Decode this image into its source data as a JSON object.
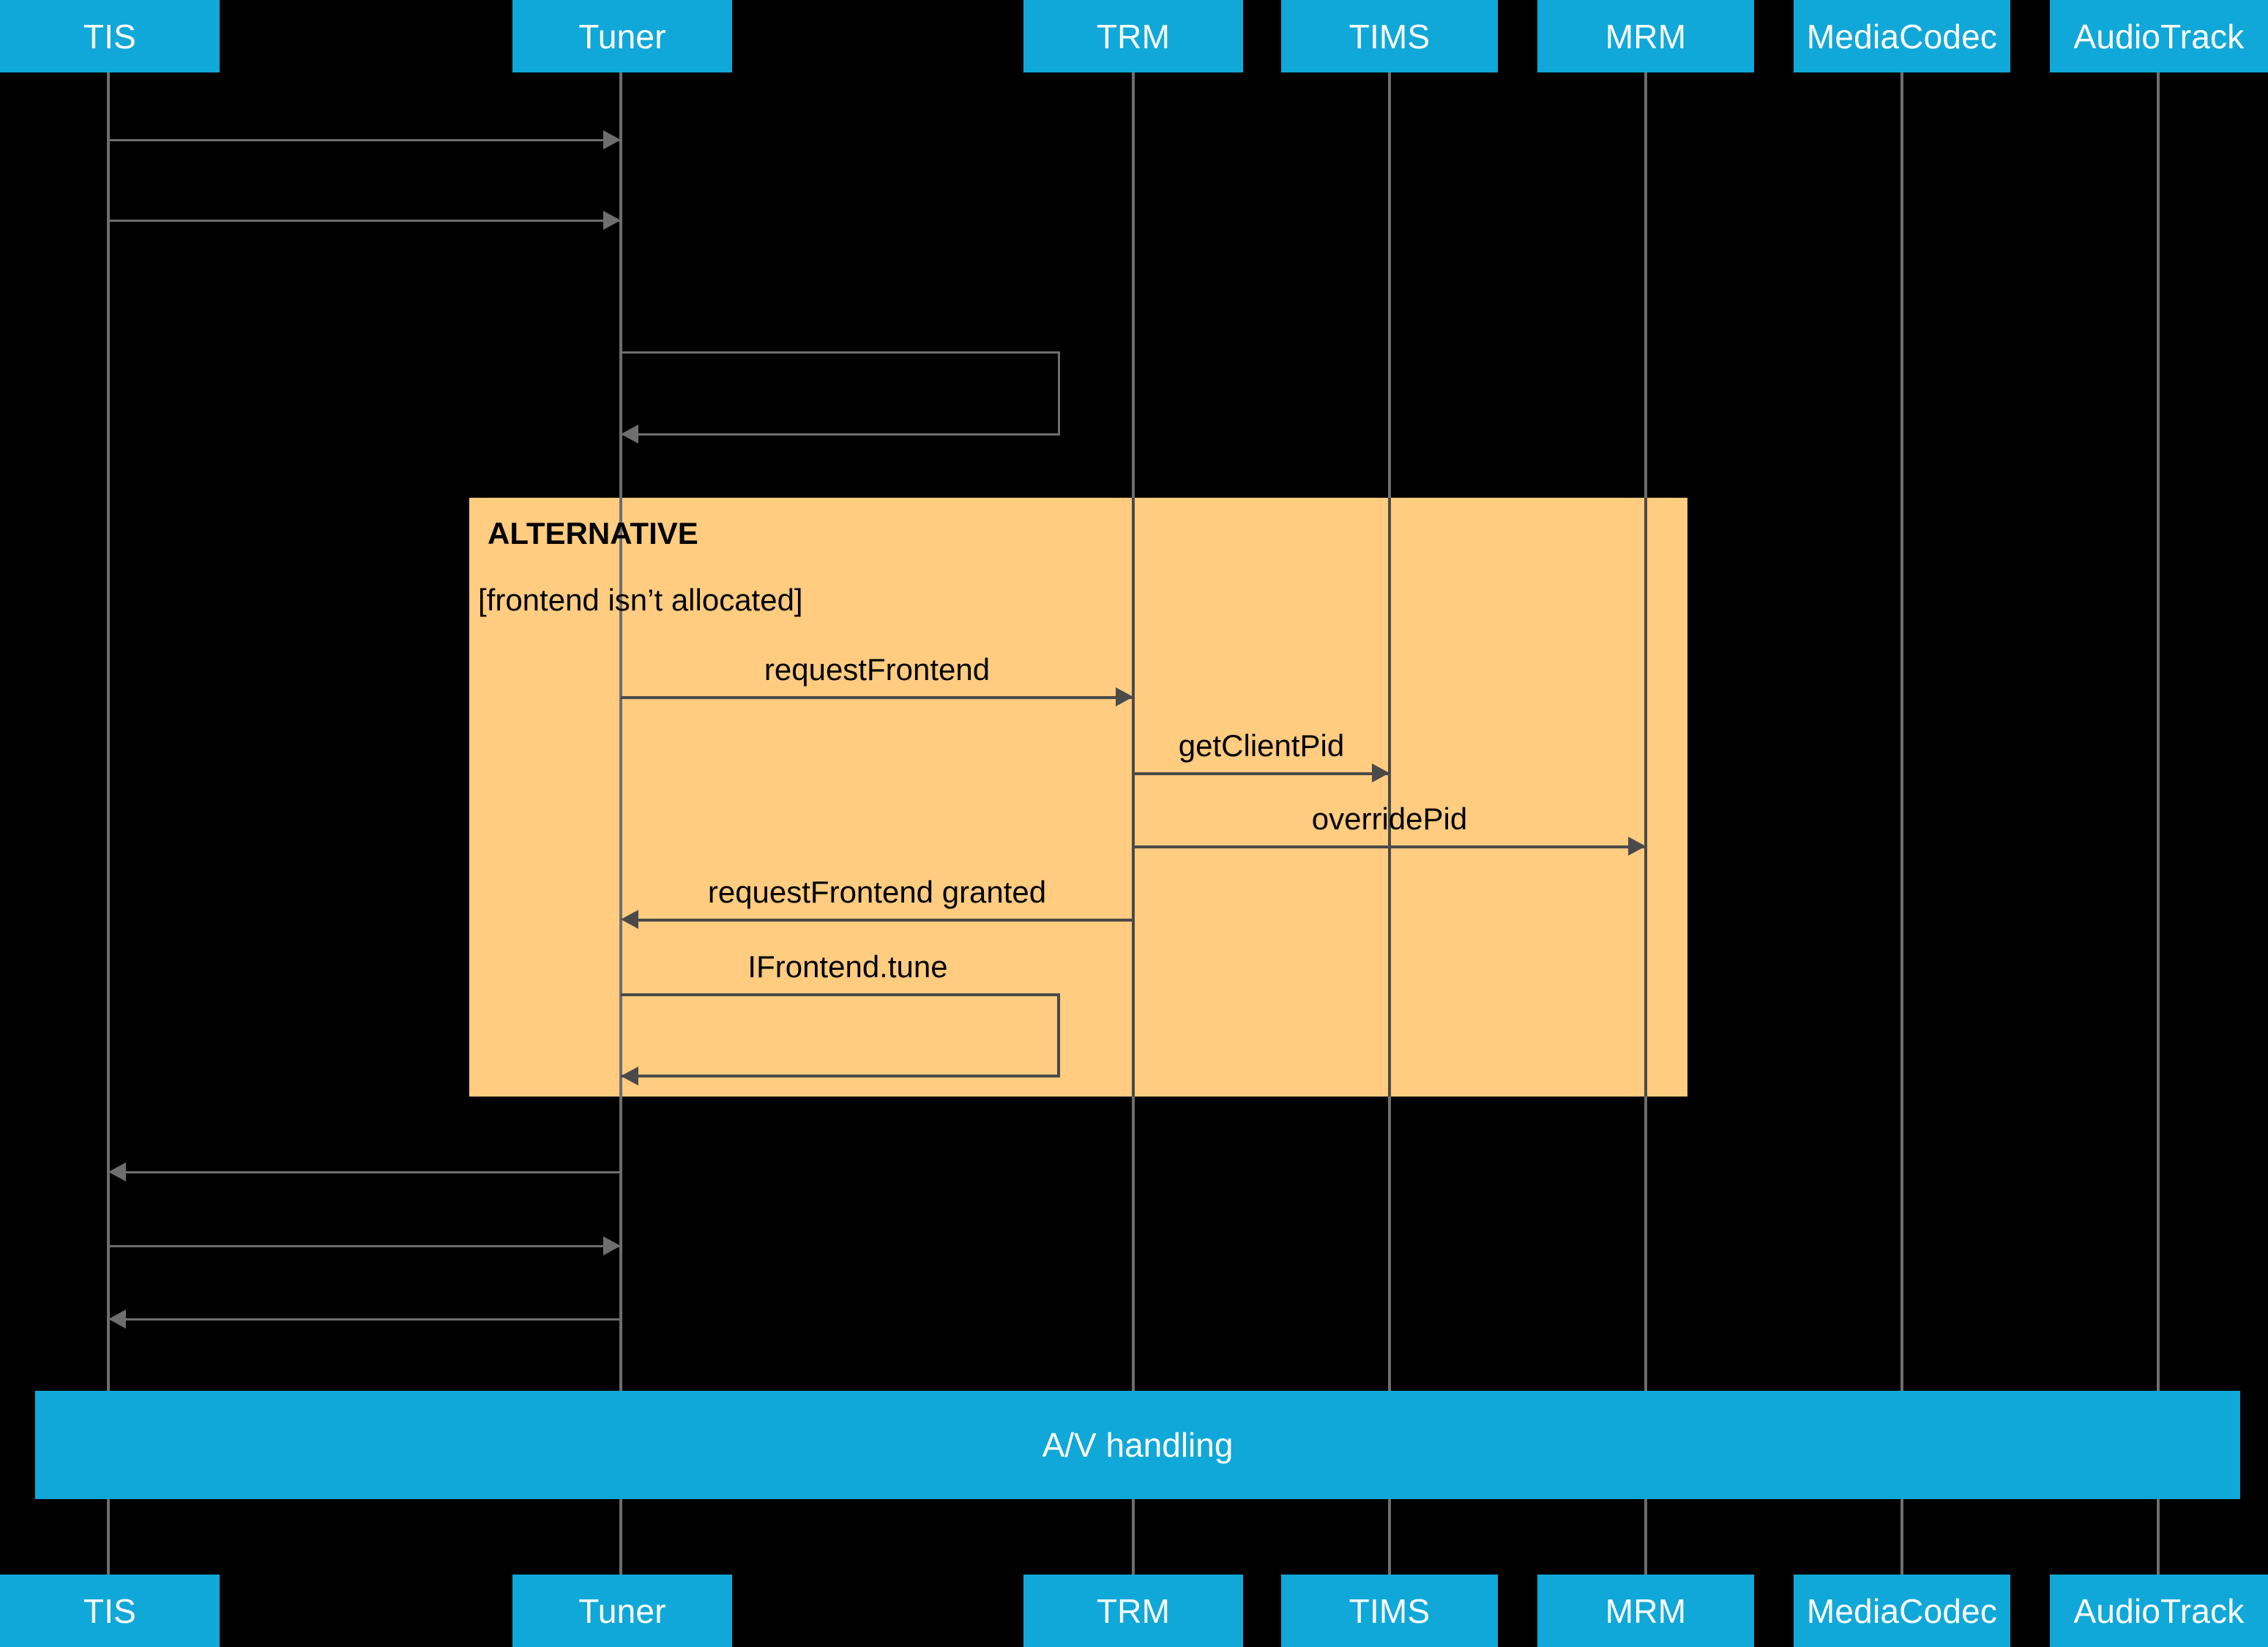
{
  "diagram": {
    "type": "uml-sequence-diagram",
    "background_color": "#000000",
    "participant_color": "#10A8D8",
    "participant_text_color": "#FFFFFF",
    "fragment_color": "#FFCC80",
    "line_color": "#4A4A4A",
    "lifeline_color": "#6E6E6E"
  },
  "participants": [
    {
      "id": "tis",
      "label": "TIS"
    },
    {
      "id": "tuner",
      "label": "Tuner"
    },
    {
      "id": "trm",
      "label": "TRM"
    },
    {
      "id": "tims",
      "label": "TIMS"
    },
    {
      "id": "mrm",
      "label": "MRM"
    },
    {
      "id": "mediacodec",
      "label": "MediaCodec"
    },
    {
      "id": "audiotrack",
      "label": "AudioTrack"
    }
  ],
  "footer_participants": [
    {
      "id": "tis",
      "label": "TIS"
    },
    {
      "id": "tuner",
      "label": "Tuner"
    },
    {
      "id": "trm",
      "label": "TRM"
    },
    {
      "id": "tims",
      "label": "TIMS"
    },
    {
      "id": "mrm",
      "label": "MRM"
    },
    {
      "id": "mediacodec",
      "label": "MediaCodec"
    },
    {
      "id": "audiotrack",
      "label": "AudioTrack"
    }
  ],
  "fragment": {
    "kind": "ALTERNATIVE",
    "title": "ALTERNATIVE",
    "guard": "[frontend isn’t allocated]"
  },
  "messages": [
    {
      "id": "m1",
      "label": "",
      "from": "tis",
      "to": "tuner",
      "direction": "right"
    },
    {
      "id": "m2",
      "label": "",
      "from": "tis",
      "to": "tuner",
      "direction": "right"
    },
    {
      "id": "m3",
      "label": "",
      "from": "tuner",
      "to": "tuner",
      "direction": "self"
    },
    {
      "id": "m4",
      "label": "requestFrontend",
      "from": "tuner",
      "to": "trm",
      "direction": "right"
    },
    {
      "id": "m5",
      "label": "getClientPid",
      "from": "trm",
      "to": "tims",
      "direction": "right"
    },
    {
      "id": "m6",
      "label": "overridePid",
      "from": "trm",
      "to": "mrm",
      "direction": "right"
    },
    {
      "id": "m7",
      "label": "requestFrontend granted",
      "from": "trm",
      "to": "tuner",
      "direction": "left"
    },
    {
      "id": "m8",
      "label": "IFrontend.tune",
      "from": "tuner",
      "to": "tuner",
      "direction": "self"
    },
    {
      "id": "m9",
      "label": "",
      "from": "tuner",
      "to": "tis",
      "direction": "left"
    },
    {
      "id": "m10",
      "label": "",
      "from": "tis",
      "to": "tuner",
      "direction": "right"
    },
    {
      "id": "m11",
      "label": "",
      "from": "tuner",
      "to": "tis",
      "direction": "left"
    }
  ],
  "reference_bar": {
    "label": "A/V handling"
  }
}
